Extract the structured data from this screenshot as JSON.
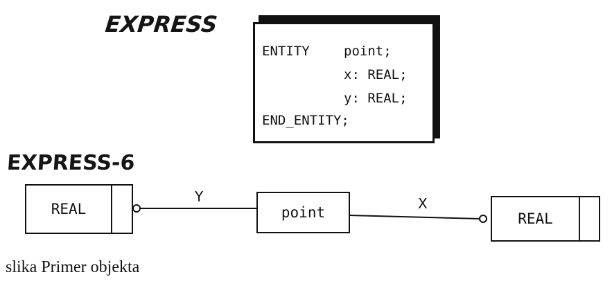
{
  "titles": {
    "express": "EXPRESS",
    "express6": "EXPRESS-6"
  },
  "code": {
    "line1_kw": "ENTITY",
    "line1_name": "point;",
    "line2": "x: REAL;",
    "line3": "y: REAL;",
    "line4": "END_ENTITY;"
  },
  "diagram": {
    "left_entity": "REAL",
    "center_entity": "point",
    "right_entity": "REAL",
    "left_relation_label": "Y",
    "right_relation_label": "X"
  },
  "caption": "slika  Primer objekta"
}
